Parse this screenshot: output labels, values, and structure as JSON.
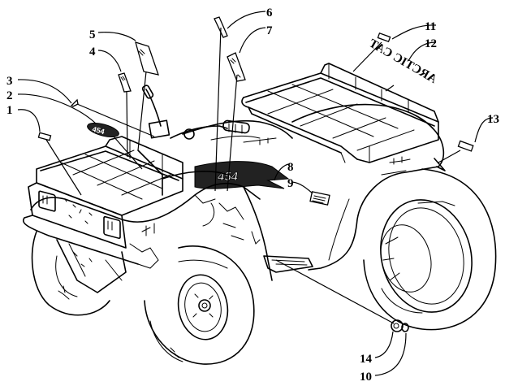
{
  "diagram": {
    "subject": "ATV decals exploded parts view",
    "vehicle_graphic_text": "454",
    "decal_logo_text": "ARCTIC CAT",
    "callouts": [
      {
        "id": "1",
        "label": "1"
      },
      {
        "id": "2",
        "label": "2"
      },
      {
        "id": "3",
        "label": "3"
      },
      {
        "id": "4",
        "label": "4"
      },
      {
        "id": "5",
        "label": "5"
      },
      {
        "id": "6",
        "label": "6"
      },
      {
        "id": "7",
        "label": "7"
      },
      {
        "id": "8",
        "label": "8"
      },
      {
        "id": "9",
        "label": "9"
      },
      {
        "id": "10",
        "label": "10"
      },
      {
        "id": "11",
        "label": "11"
      },
      {
        "id": "12",
        "label": "12"
      },
      {
        "id": "13",
        "label": "13"
      },
      {
        "id": "14",
        "label": "14"
      }
    ]
  }
}
